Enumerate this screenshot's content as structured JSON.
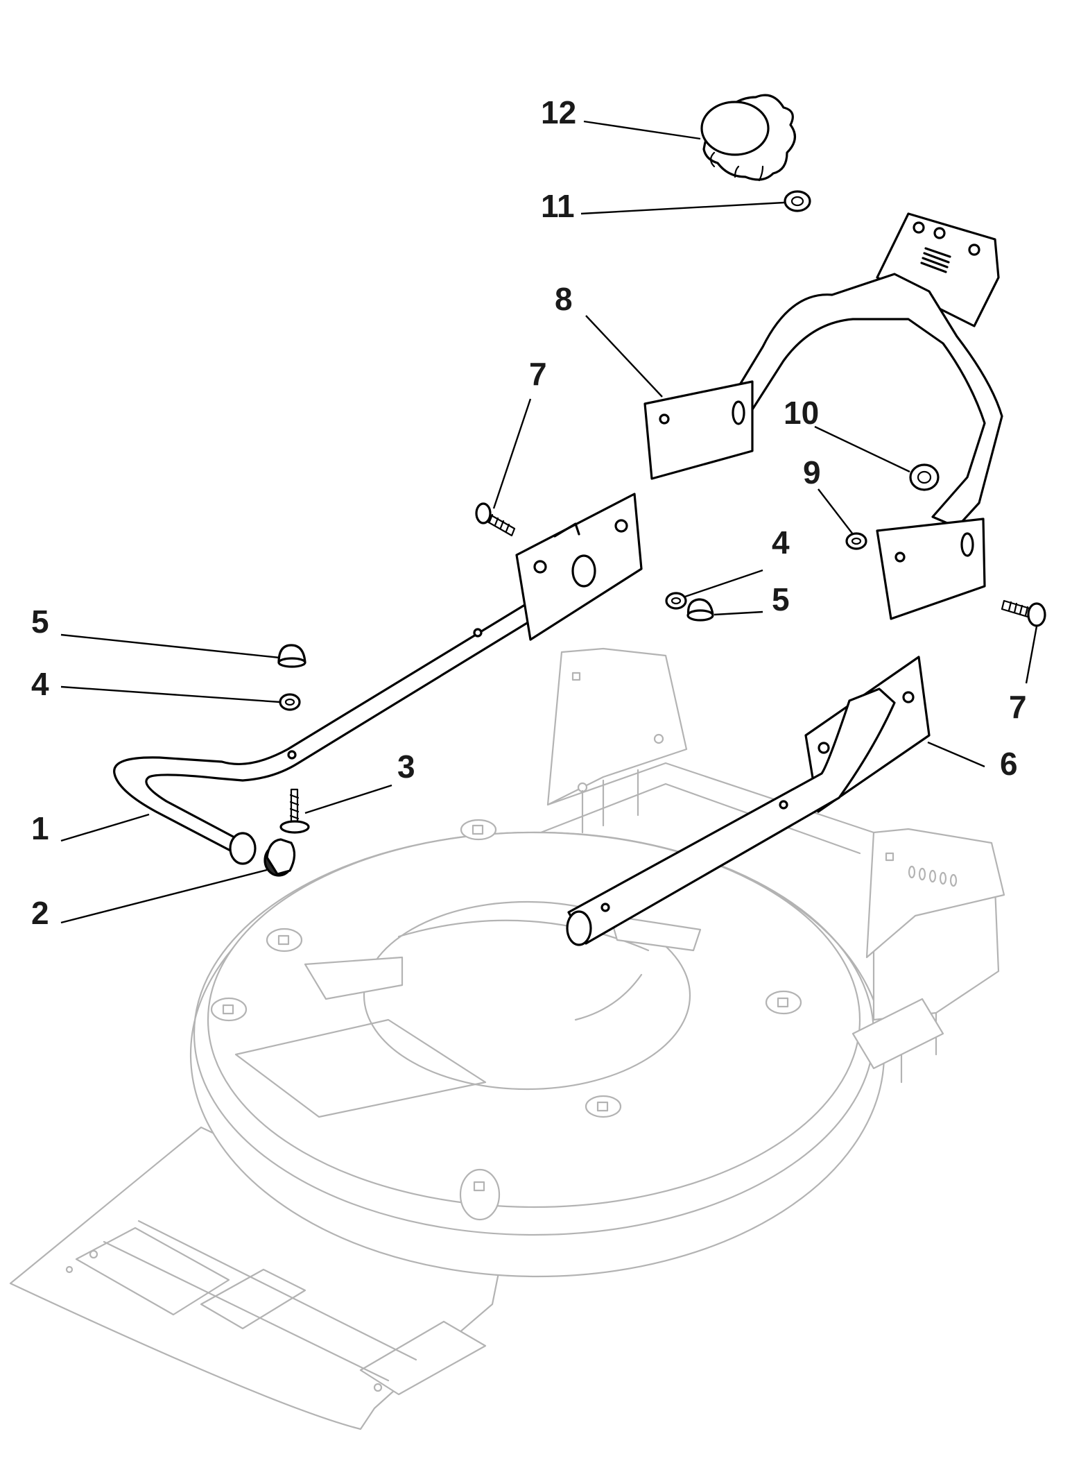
{
  "callouts": {
    "c1": "1",
    "c2": "2",
    "c3": "3",
    "c4_left": "4",
    "c4_right": "4",
    "c5_left": "5",
    "c5_right": "5",
    "c6": "6",
    "c7_upper": "7",
    "c7_lower": "7",
    "c8": "8",
    "c9": "9",
    "c10": "10",
    "c11": "11",
    "c12": "12"
  }
}
